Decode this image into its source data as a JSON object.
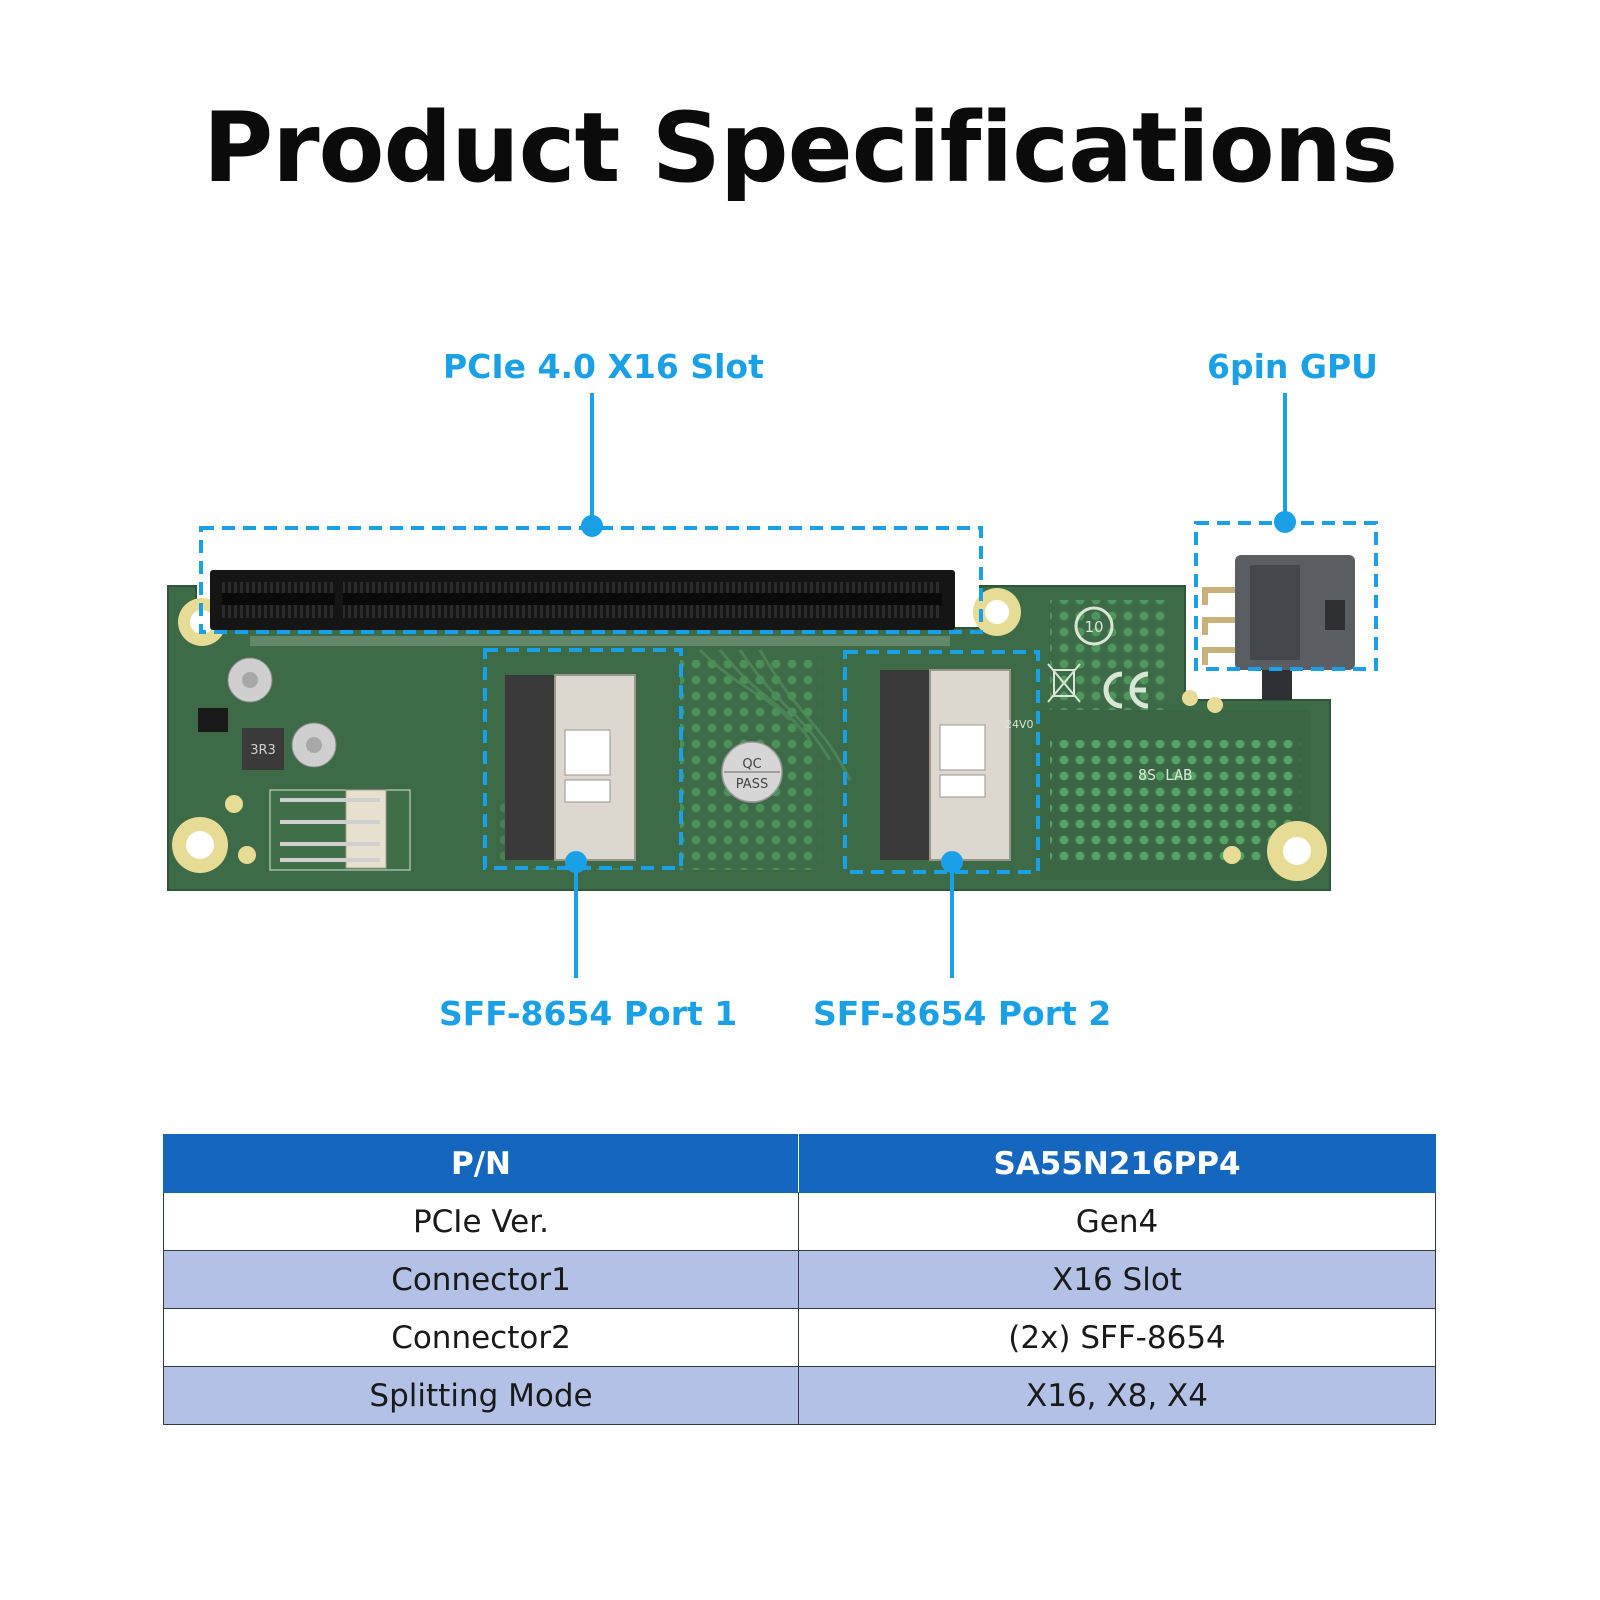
{
  "page": {
    "title": "Product Specifications"
  },
  "callouts": {
    "slot": "PCIe 4.0 X16 Slot",
    "gpu": "6pin GPU",
    "port1": "SFF-8654 Port 1",
    "port2": "SFF-8654 Port 2"
  },
  "board_markings": {
    "qc_top": "QC",
    "qc_bottom": "PASS",
    "lab": "8S LAB",
    "inductor": "3R3",
    "voltage": "24V0"
  },
  "spec_table": {
    "header": {
      "label": "P/N",
      "value": "SA55N216PP4"
    },
    "rows": [
      {
        "label": "PCIe Ver.",
        "value": "Gen4"
      },
      {
        "label": "Connector1",
        "value": "X16 Slot"
      },
      {
        "label": "Connector2",
        "value": "(2x) SFF-8654"
      },
      {
        "label": "Splitting Mode",
        "value": "X16, X8, X4"
      }
    ]
  },
  "colors": {
    "callout": "#1aa0e6",
    "table_header": "#1466bf",
    "table_alt_row": "#b3c1e7",
    "pcb": "#3d6b47"
  }
}
